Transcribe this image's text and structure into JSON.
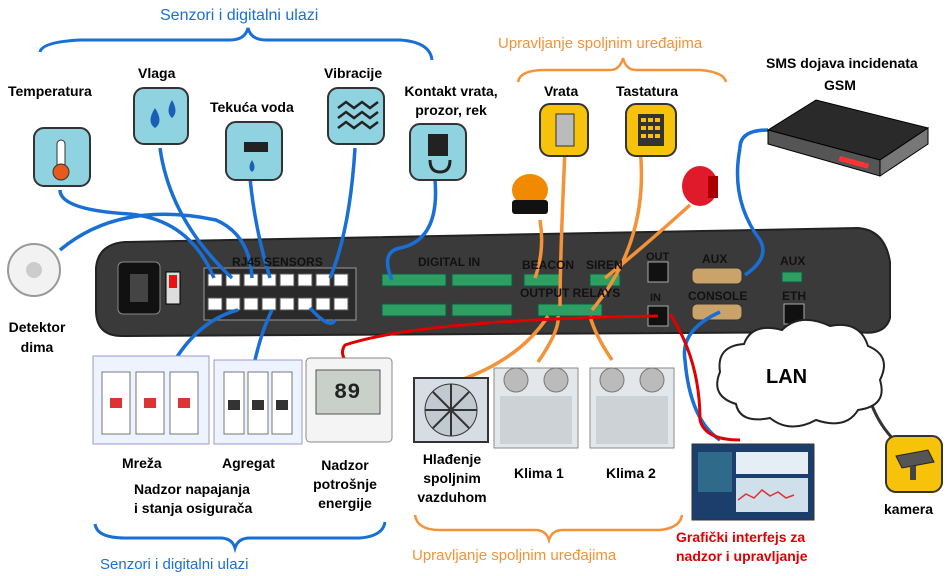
{
  "colors": {
    "sensors": "#1a6fd6",
    "control": "#f39237",
    "alert": "#e00000",
    "panel": "#3a3a3a",
    "icon_blue": "#8fd3e0",
    "icon_yellow": "#f6c20a",
    "port_green": "#2e9f62"
  },
  "groups": {
    "sensors_top": "Senzori i digitalni ulazi",
    "sensors_bottom": "Senzori i digitalni ulazi",
    "control_top": "Upravljanje spoljnim uređajima",
    "control_bottom": "Upravljanje spoljnim uređajima"
  },
  "sensors": {
    "temperature": "Temperatura",
    "humidity": "Vlaga",
    "water": "Tekuća voda",
    "vibration": "Vibracije",
    "contact_1": "Kontakt vrata,",
    "contact_2": "prozor, rek",
    "smoke_1": "Detektor",
    "smoke_2": "dima"
  },
  "control": {
    "door": "Vrata",
    "keypad": "Tastatura"
  },
  "sms": {
    "line1": "SMS dojava incidenata",
    "line2": "GSM"
  },
  "panel": {
    "rj45": "RJ45 SENSORS",
    "digital_in": "DIGITAL IN",
    "beacon": "BEACON",
    "siren": "SIREN",
    "output_relays": "OUTPUT RELAYS",
    "out": "OUT",
    "in": "IN",
    "aux": "AUX",
    "console": "CONSOLE",
    "aux2": "AUX",
    "eth": "ETH"
  },
  "power": {
    "mains": "Mreža",
    "generator": "Agregat",
    "monitor_1": "Nadzor  napajanja",
    "monitor_2": "i stanja osigurača",
    "consumption_1": "Nadzor",
    "consumption_2": "potrošnje",
    "consumption_3": "energije",
    "meter_value": "89"
  },
  "devices": {
    "cooling_1": "Hlađenje",
    "cooling_2": "spoljnim",
    "cooling_3": "vazduhom",
    "ac1": "Klima 1",
    "ac2": "Klima 2",
    "lan": "LAN",
    "gui_1": "Grafički  interfejs za",
    "gui_2": "nadzor i upravljanje",
    "camera": "kamera"
  }
}
